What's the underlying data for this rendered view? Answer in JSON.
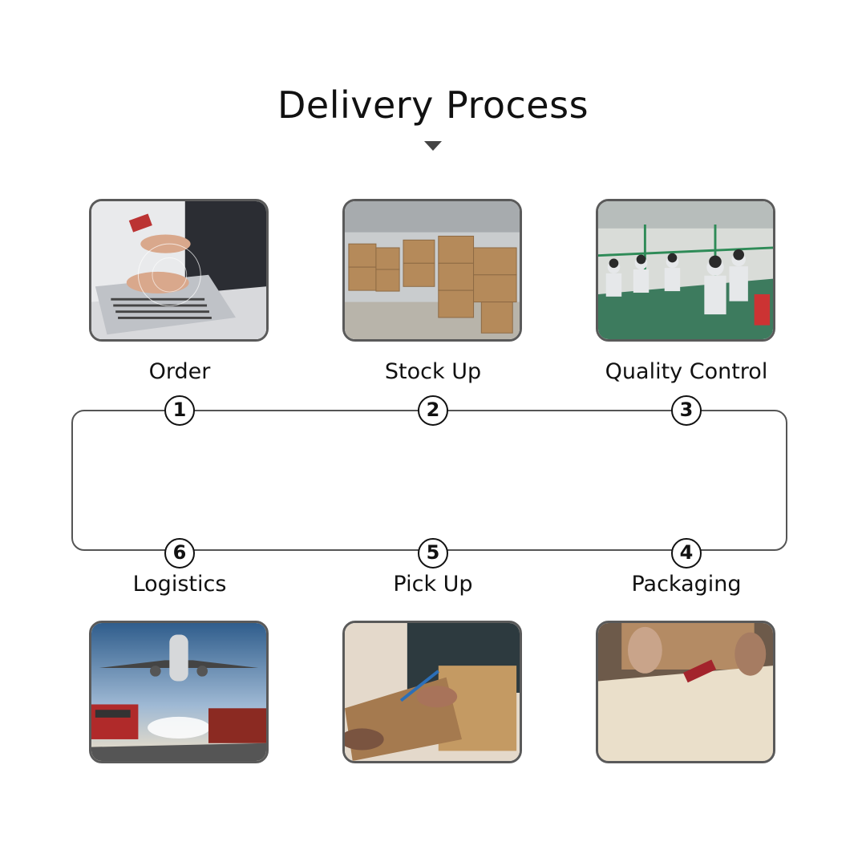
{
  "title": "Delivery Process",
  "steps": [
    {
      "number": "1",
      "label": "Order"
    },
    {
      "number": "2",
      "label": "Stock Up"
    },
    {
      "number": "3",
      "label": "Quality Control"
    },
    {
      "number": "4",
      "label": "Packaging"
    },
    {
      "number": "5",
      "label": "Pick Up"
    },
    {
      "number": "6",
      "label": "Logistics"
    }
  ],
  "colors": {
    "frame": "#5a5a5a",
    "loop": "#555555",
    "text": "#111111"
  }
}
